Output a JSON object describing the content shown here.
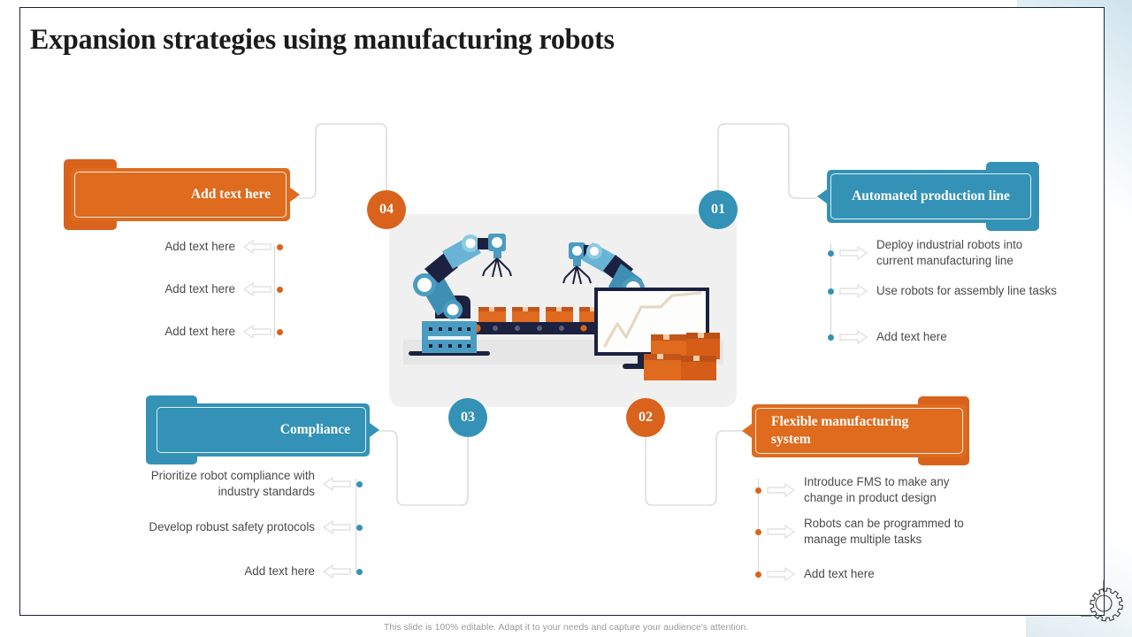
{
  "slide": {
    "title": "Expansion strategies using manufacturing robots",
    "footer_note": "This slide is 100% editable. Adapt it to your needs and capture your audience's attention."
  },
  "colors": {
    "orange": "#d9631c",
    "orange_dark": "#c2551a",
    "teal": "#3392b5",
    "teal_dark": "#2d84a4",
    "panel_bg": "#f0f0f0",
    "text_gray": "#4a4a4a",
    "line_gray": "#d6d6d6",
    "frame": "#1c2235"
  },
  "quadrants": [
    {
      "id": "top-left",
      "number": "04",
      "number_color": "orange",
      "header": "Add text here",
      "header_color": "orange",
      "align": "right",
      "bullets": [
        {
          "text": "Add text here"
        },
        {
          "text": "Add text here"
        },
        {
          "text": "Add text here"
        }
      ]
    },
    {
      "id": "top-right",
      "number": "01",
      "number_color": "teal",
      "header": "Automated production line",
      "header_color": "teal",
      "align": "left",
      "bullets": [
        {
          "text": "Deploy industrial robots into current manufacturing line"
        },
        {
          "text": "Use robots for assembly line tasks"
        },
        {
          "text": "Add text here"
        }
      ]
    },
    {
      "id": "bottom-left",
      "number": "03",
      "number_color": "teal",
      "header": "Compliance",
      "header_color": "teal",
      "align": "right",
      "bullets": [
        {
          "text": "Prioritize robot compliance with industry standards"
        },
        {
          "text": "Develop robust safety protocols"
        },
        {
          "text": "Add text here"
        }
      ]
    },
    {
      "id": "bottom-right",
      "number": "02",
      "number_color": "orange",
      "header": "Flexible manufacturing system",
      "header_color": "orange",
      "align": "left",
      "bullets": [
        {
          "text": "Introduce FMS to make any change in product design"
        },
        {
          "text": "Robots can be programmed to manage multiple tasks"
        },
        {
          "text": "Add text here"
        }
      ]
    }
  ],
  "illustration": {
    "name": "robotic-assembly-line-illustration",
    "elements": [
      "robot-arm-left",
      "robot-arm-right",
      "conveyor-belt",
      "boxes-on-conveyor",
      "monitor-with-growth-chart",
      "stacked-boxes"
    ]
  },
  "icons": {
    "gear": "gear-icon"
  }
}
